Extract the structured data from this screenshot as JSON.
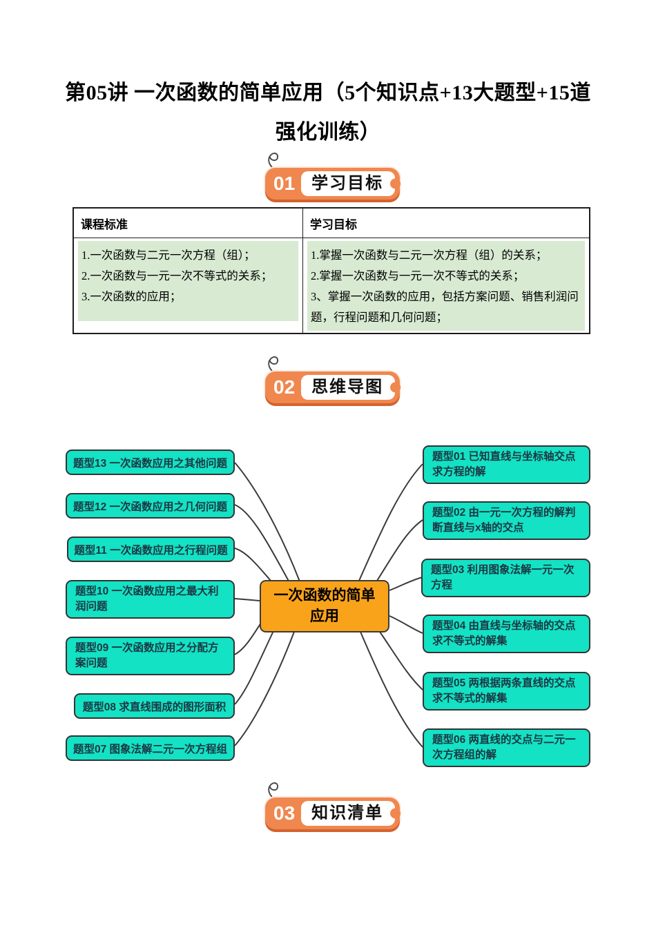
{
  "title": {
    "line1": "第05讲 一次函数的简单应用（5个知识点+13大题型+15道",
    "line2": "强化训练）"
  },
  "sections": [
    {
      "num": "01",
      "label": "学习目标"
    },
    {
      "num": "02",
      "label": "思维导图"
    },
    {
      "num": "03",
      "label": "知识清单"
    }
  ],
  "table": {
    "headers": [
      "课程标准",
      "学习目标"
    ],
    "col1": [
      "1.一次函数与二元一次方程（组）；",
      "2.一次函数与一元一次不等式的关系；",
      "3.一次函数的应用；"
    ],
    "col2": [
      "1.掌握一次函数与二元一次方程（组）的关系；",
      "2.掌握一次函数与一元一次不等式的关系；",
      "3、掌握一次函数的应用，包括方案问题、销售利润问题，行程问题和几何问题；"
    ]
  },
  "mindmap": {
    "center": "一次函数的简单应用",
    "left": [
      "题型13 一次函数应用之其他问题",
      "题型12 一次函数应用之几何问题",
      "题型11 一次函数应用之行程问题",
      "题型10 一次函数应用之最大利润问题",
      "题型09 一次函数应用之分配方案问题",
      "题型08 求直线围成的图形面积",
      "题型07 图象法解二元一次方程组"
    ],
    "right": [
      "题型01 已知直线与坐标轴交点求方程的解",
      "题型02 由一元一次方程的解判断直线与x轴的交点",
      "题型03 利用图象法解一元一次方程",
      "题型04 由直线与坐标轴的交点求不等式的解集",
      "题型05 两根据两条直线的交点求不等式的解集",
      "题型06 两直线的交点与二元一次方程组的解"
    ]
  },
  "colors": {
    "badge_orange": "#f0874e",
    "badge_shadow": "#d2632f",
    "node_teal": "#13e2c4",
    "node_border": "#333333",
    "center_orange": "#f9a31b",
    "highlight_green": "#d8ead2"
  }
}
